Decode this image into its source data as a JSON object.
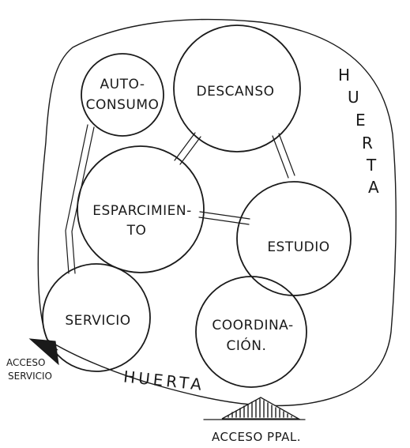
{
  "colors": {
    "ink": "#1a1a1a",
    "background": "#ffffff"
  },
  "site": {
    "zone_vertical": [
      "H",
      "U",
      "E",
      "R",
      "T",
      "A"
    ],
    "zone_bottom": "HUERTA"
  },
  "nodes": {
    "autoconsumo": [
      "AUTO-",
      "CONSUMO"
    ],
    "descanso": [
      "DESCANSO"
    ],
    "esparcimiento": [
      "ESPARCIMIEN-",
      "TO"
    ],
    "estudio": [
      "ESTUDIO"
    ],
    "servicio": [
      "SERVICIO"
    ],
    "coordinacion": [
      "COORDINA-",
      "CIÓN."
    ]
  },
  "access": {
    "service": [
      "ACCESO",
      "SERVICIO"
    ],
    "main": "ACCESO PPAL."
  }
}
